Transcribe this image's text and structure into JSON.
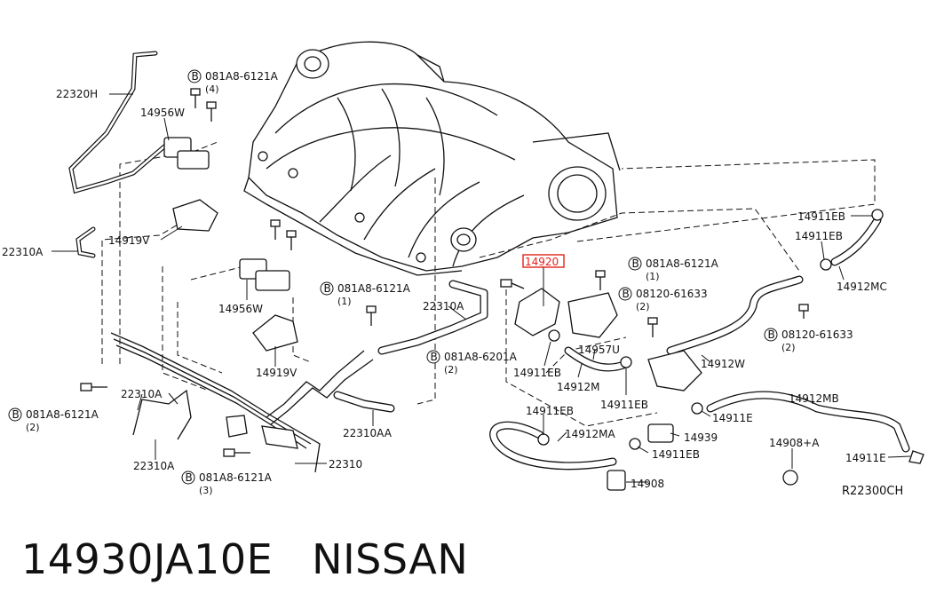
{
  "diagram": {
    "code": "R22300CH",
    "highlighted_part": "14920",
    "callouts": [
      {
        "id": "c1",
        "text": "22320H"
      },
      {
        "id": "c2",
        "text": "14956W"
      },
      {
        "id": "c3",
        "text": "14919V"
      },
      {
        "id": "c4",
        "text": "22310A"
      },
      {
        "id": "c5",
        "text": "14956W"
      },
      {
        "id": "c6",
        "text": "14919V"
      },
      {
        "id": "c7",
        "text": "22310A"
      },
      {
        "id": "c8",
        "text": "22310A"
      },
      {
        "id": "c9",
        "text": "22310A"
      },
      {
        "id": "c10",
        "text": "22310AA"
      },
      {
        "id": "c11",
        "text": "22310"
      },
      {
        "id": "c12",
        "text": "14920"
      },
      {
        "id": "c13",
        "text": "14957U"
      },
      {
        "id": "c14",
        "text": "14911EB"
      },
      {
        "id": "c15",
        "text": "14912M"
      },
      {
        "id": "c16",
        "text": "14911EB"
      },
      {
        "id": "c17",
        "text": "14911EB"
      },
      {
        "id": "c18",
        "text": "14912MA"
      },
      {
        "id": "c19",
        "text": "14911EB"
      },
      {
        "id": "c20",
        "text": "14908"
      },
      {
        "id": "c21",
        "text": "14911E"
      },
      {
        "id": "c22",
        "text": "14939"
      },
      {
        "id": "c23",
        "text": "14912MB"
      },
      {
        "id": "c24",
        "text": "14908+A"
      },
      {
        "id": "c25",
        "text": "14911E"
      },
      {
        "id": "c26",
        "text": "14912W"
      },
      {
        "id": "c27",
        "text": "14911EB"
      },
      {
        "id": "c28",
        "text": "14911EB"
      },
      {
        "id": "c29",
        "text": "14912MC"
      }
    ],
    "bolt_refs": [
      {
        "id": "b1",
        "letter": "B",
        "part": "081A8-6121A",
        "qty": "(4)"
      },
      {
        "id": "b2",
        "letter": "B",
        "part": "081A8-6121A",
        "qty": "(1)"
      },
      {
        "id": "b3",
        "letter": "B",
        "part": "081A8-6201A",
        "qty": "(2)"
      },
      {
        "id": "b4",
        "letter": "B",
        "part": "081A8-6121A",
        "qty": "(2)"
      },
      {
        "id": "b5",
        "letter": "B",
        "part": "081A8-6121A",
        "qty": "(3)"
      },
      {
        "id": "b6",
        "letter": "B",
        "part": "081A8-6121A",
        "qty": "(1)"
      },
      {
        "id": "b7",
        "letter": "B",
        "part": "08120-61633",
        "qty": "(2)"
      },
      {
        "id": "b8",
        "letter": "B",
        "part": "08120-61633",
        "qty": "(2)"
      }
    ]
  },
  "footer": {
    "part_number": "14930JA10E",
    "brand": "NISSAN"
  }
}
